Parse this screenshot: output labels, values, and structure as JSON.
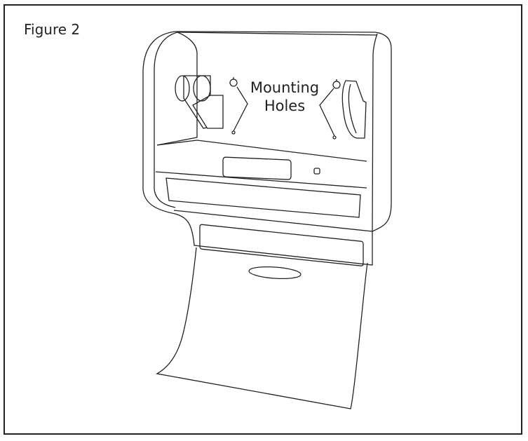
{
  "figure": {
    "label": "Figure 2",
    "callout_line1": "Mounting",
    "callout_line2": "Holes",
    "line_color": "#222222",
    "background": "#ffffff"
  }
}
